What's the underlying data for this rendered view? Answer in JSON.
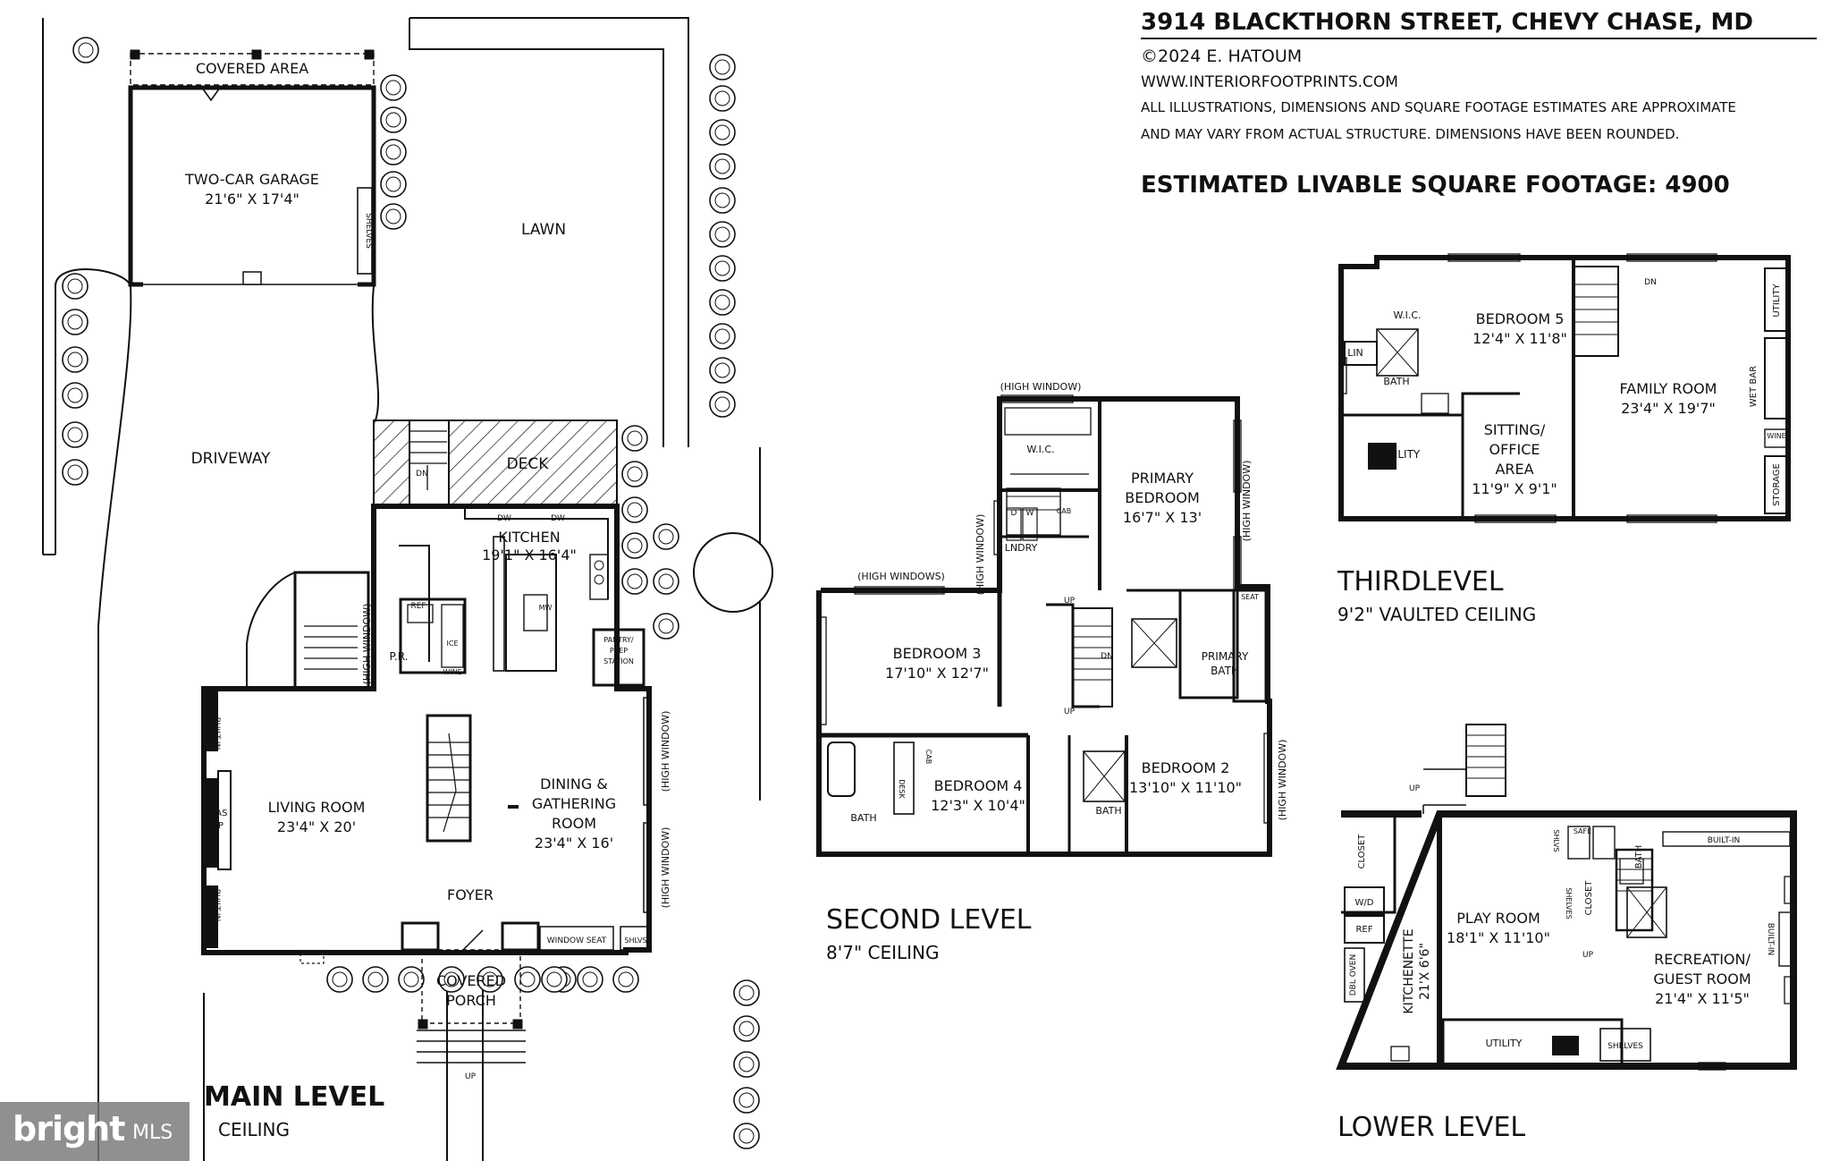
{
  "header": {
    "address": "3914 BLACKTHORN STREET, CHEVY CHASE, MD",
    "copyright": "©2024 E. HATOUM",
    "website": "WWW.INTERIORFOOTPRINTS.COM",
    "disclaimer_1": "ALL ILLUSTRATIONS, DIMENSIONS AND SQUARE FOOTAGE ESTIMATES ARE APPROXIMATE",
    "disclaimer_2": "AND MAY VARY FROM ACTUAL STRUCTURE. DIMENSIONS HAVE BEEN ROUNDED.",
    "sqft": "ESTIMATED LIVABLE SQUARE FOOTAGE: 4900"
  },
  "site": {
    "covered_area": "COVERED AREA",
    "garage_name": "TWO-CAR GARAGE",
    "garage_dims": "21'6\" X 17'4\"",
    "shelves": "SHELVES",
    "lawn": "LAWN",
    "driveway": "DRIVEWAY",
    "deck": "DECK",
    "dn": "DN",
    "up": "UP"
  },
  "main": {
    "title": "MAIN LEVEL",
    "ceiling": "CEILING",
    "kitchen_name": "KITCHEN",
    "kitchen_dims": "19'1\" X 16'4\"",
    "dw": "DW",
    "mw": "MW",
    "ref": "REF",
    "ice": "ICE",
    "wine": "WINE",
    "pr": "P.R.",
    "pantry_1": "PANTRY/",
    "pantry_2": "PREP",
    "pantry_3": "STATION",
    "high_window": "(HIGH WINDOW)",
    "living_name": "LIVING ROOM",
    "living_dims": "23'4\" X 20'",
    "built_in": "BUILT-IN",
    "gas": "GAS",
    "fp": "FP",
    "dining_1": "DINING &",
    "dining_2": "GATHERING",
    "dining_3": "ROOM",
    "dining_dims": "23'4\" X 16'",
    "foyer": "FOYER",
    "window_seat": "WINDOW SEAT",
    "shlvs": "SHLVS",
    "porch_1": "COVERED",
    "porch_2": "PORCH"
  },
  "second": {
    "title": "SECOND LEVEL",
    "ceiling": "8'7\" CEILING",
    "high_window": "(HIGH WINDOW)",
    "high_windows": "(HIGH WINDOWS)",
    "wic": "W.I.C.",
    "primary_1": "PRIMARY",
    "primary_2": "BEDROOM",
    "primary_dims": "16'7\" X 13'",
    "d": "D",
    "w": "W",
    "cab": "CAB",
    "lndry": "LNDRY",
    "bed3_name": "BEDROOM 3",
    "bed3_dims": "17'10\" X 12'7\"",
    "seat": "SEAT",
    "pbath_1": "PRIMARY",
    "pbath_2": "BATH",
    "bed4_name": "BEDROOM 4",
    "bed4_dims": "12'3\" X 10'4\"",
    "desk": "DESK",
    "bed2_name": "BEDROOM 2",
    "bed2_dims": "13'10\" X 11'10\"",
    "bath": "BATH",
    "up": "UP",
    "dn": "DN"
  },
  "third": {
    "title": "THIRDLEVEL",
    "ceiling": "9'2\" VAULTED CEILING",
    "wic": "W.I.C.",
    "lin": "LIN",
    "bath": "BATH",
    "bed5_name": "BEDROOM 5",
    "bed5_dims": "12'4\" X 11'8\"",
    "utility": "UTILITY",
    "sitting_1": "SITTING/",
    "sitting_2": "OFFICE",
    "sitting_3": "AREA",
    "sitting_dims": "11'9\" X 9'1\"",
    "family_name": "FAMILY ROOM",
    "family_dims": "23'4\" X 19'7\"",
    "wet_bar": "WET BAR",
    "wine": "WINE",
    "storage": "STORAGE",
    "dn": "DN"
  },
  "lower": {
    "title": "LOWER LEVEL",
    "up": "UP",
    "closet": "CLOSET",
    "wd": "W/D",
    "ref": "REF",
    "dbl_oven": "DBL OVEN",
    "kitchenette_1": "KITCHENETTE",
    "kitchenette_2": "21'X 6'6\"",
    "play_name": "PLAY ROOM",
    "play_dims": "18'1\" X 11'10\"",
    "shlvs": "SHLVS",
    "safe": "SAFE",
    "shelves": "SHELVES",
    "bath": "BATH",
    "built_in": "BUILT-IN",
    "rec_1": "RECREATION/",
    "rec_2": "GUEST ROOM",
    "rec_dims": "21'4\" X 11'5\"",
    "utility": "UTILITY"
  },
  "watermark": {
    "brand": "bright",
    "mls": "MLS"
  }
}
